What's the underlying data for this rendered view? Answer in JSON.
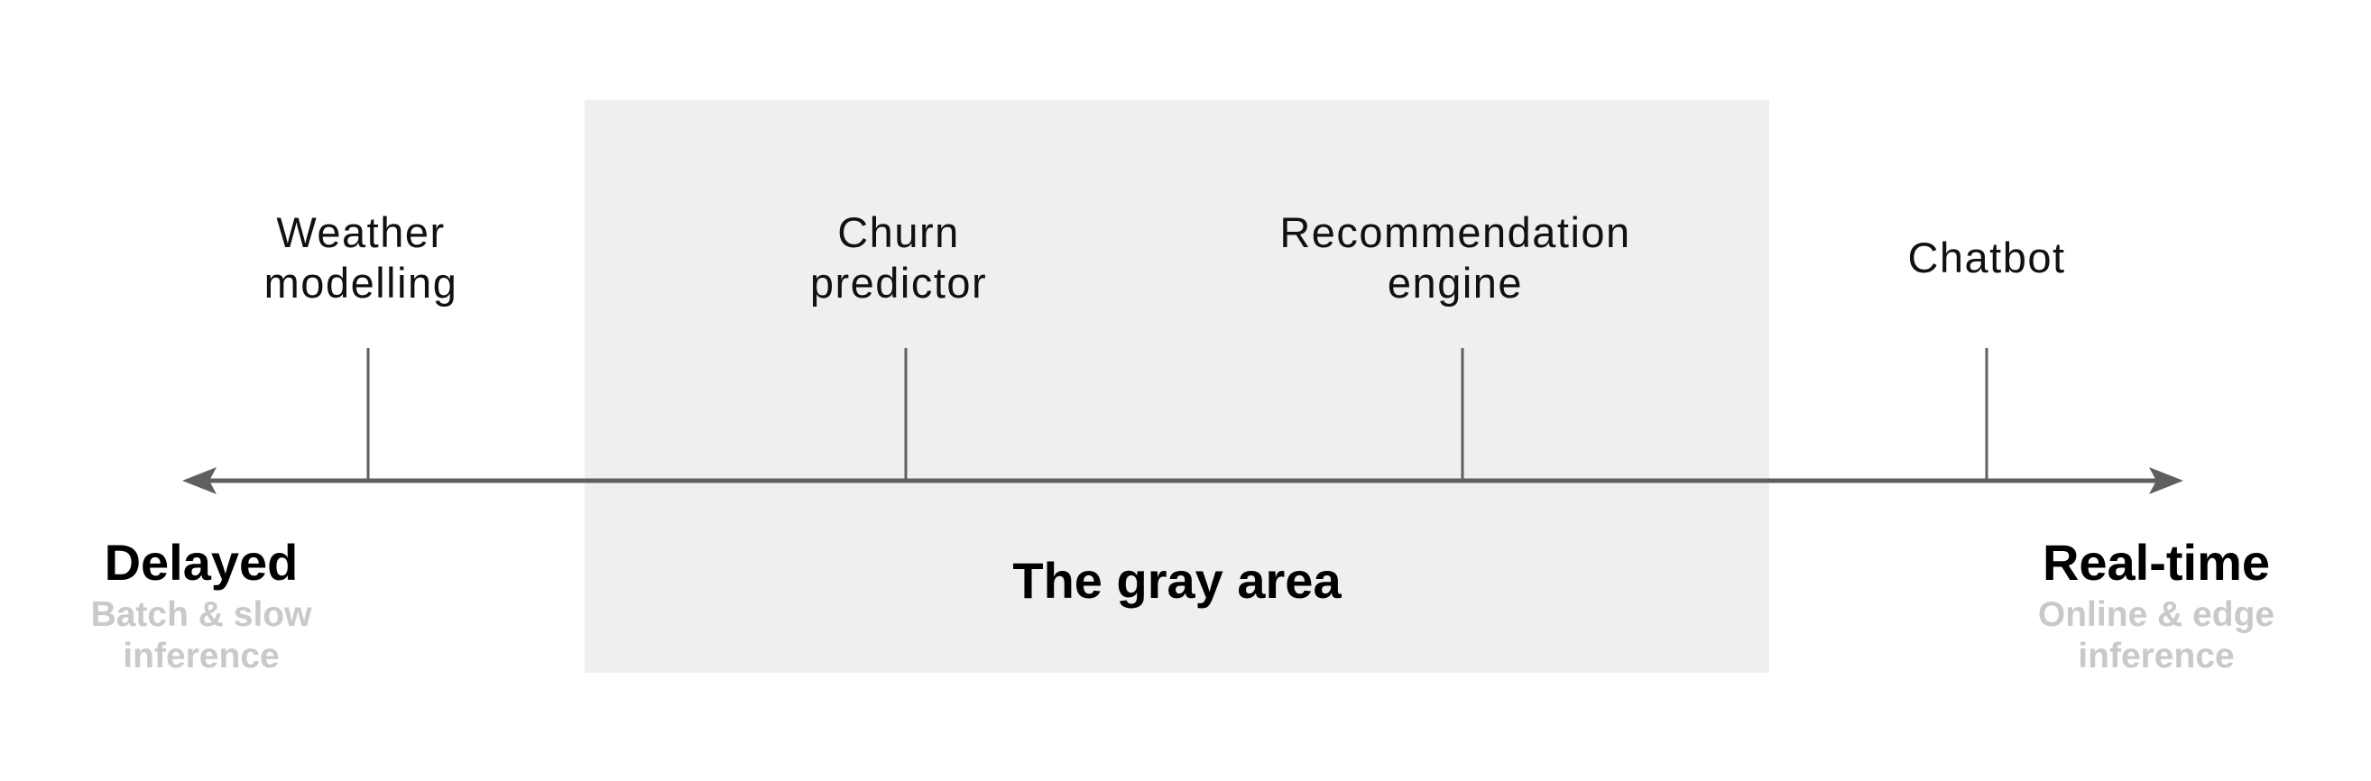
{
  "gray_area": {
    "title": "The gray area"
  },
  "examples": [
    {
      "line1": "Weather",
      "line2": "modelling"
    },
    {
      "line1": "Churn",
      "line2": "predictor"
    },
    {
      "line1": "Recommendation",
      "line2": "engine"
    },
    {
      "line1": "Chatbot",
      "line2": ""
    }
  ],
  "left_end": {
    "title": "Delayed",
    "sub_line1": "Batch & slow",
    "sub_line2": "inference"
  },
  "right_end": {
    "title": "Real-time",
    "sub_line1": "Online & edge",
    "sub_line2": "inference"
  },
  "colors": {
    "axis": "#5f5f5f",
    "gray_area": "#efefef",
    "subtitle": "#c9c9c9",
    "text": "#111111"
  }
}
